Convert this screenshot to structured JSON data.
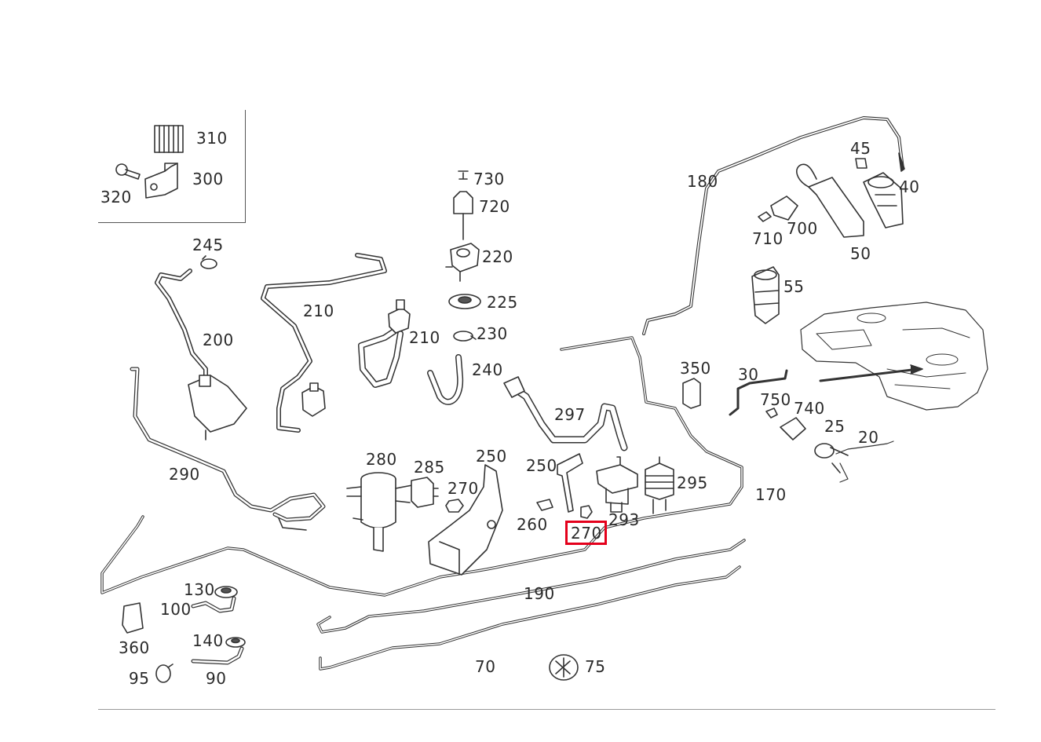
{
  "highlight": {
    "color": "#e4001b",
    "part": "270"
  },
  "labels": {
    "l310": "310",
    "l300": "300",
    "l320": "320",
    "l730": "730",
    "l720": "720",
    "l220": "220",
    "l225": "225",
    "l230": "230",
    "l240": "240",
    "l210a": "210",
    "l210b": "210",
    "l245": "245",
    "l200": "200",
    "l180": "180",
    "l45": "45",
    "l40": "40",
    "l710": "710",
    "l700": "700",
    "l50": "50",
    "l55": "55",
    "l350": "350",
    "l30": "30",
    "l750": "750",
    "l740": "740",
    "l25": "25",
    "l20": "20",
    "l297": "297",
    "l290": "290",
    "l280": "280",
    "l285": "285",
    "l250a": "250",
    "l250b": "250",
    "l270a": "270",
    "l270b": "270",
    "l260": "260",
    "l293": "293",
    "l295": "295",
    "l170": "170",
    "l190": "190",
    "l130": "130",
    "l100": "100",
    "l360": "360",
    "l140": "140",
    "l95": "95",
    "l90": "90",
    "l70": "70",
    "l75": "75"
  }
}
